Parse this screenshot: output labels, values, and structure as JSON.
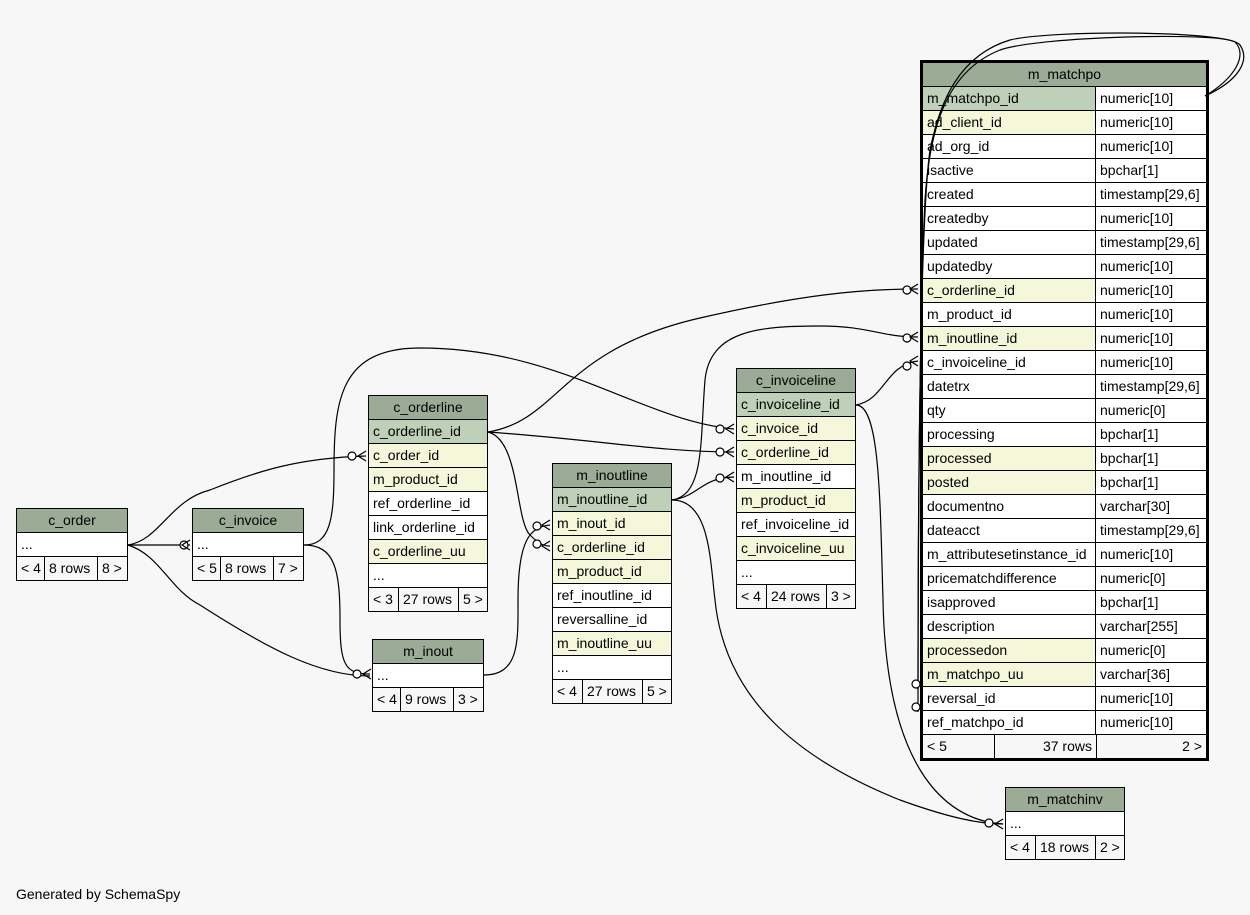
{
  "generated_by": "Generated by SchemaSpy",
  "tables": {
    "m_matchpo": {
      "name": "m_matchpo",
      "columns": [
        {
          "name": "m_matchpo_id",
          "type": "numeric[10]",
          "kind": "pk"
        },
        {
          "name": "ad_client_id",
          "type": "numeric[10]",
          "kind": "fk"
        },
        {
          "name": "ad_org_id",
          "type": "numeric[10]",
          "kind": "plain"
        },
        {
          "name": "isactive",
          "type": "bpchar[1]",
          "kind": "plain"
        },
        {
          "name": "created",
          "type": "timestamp[29,6]",
          "kind": "plain"
        },
        {
          "name": "createdby",
          "type": "numeric[10]",
          "kind": "plain"
        },
        {
          "name": "updated",
          "type": "timestamp[29,6]",
          "kind": "plain"
        },
        {
          "name": "updatedby",
          "type": "numeric[10]",
          "kind": "plain"
        },
        {
          "name": "c_orderline_id",
          "type": "numeric[10]",
          "kind": "fk"
        },
        {
          "name": "m_product_id",
          "type": "numeric[10]",
          "kind": "plain"
        },
        {
          "name": "m_inoutline_id",
          "type": "numeric[10]",
          "kind": "fk"
        },
        {
          "name": "c_invoiceline_id",
          "type": "numeric[10]",
          "kind": "plain"
        },
        {
          "name": "datetrx",
          "type": "timestamp[29,6]",
          "kind": "plain"
        },
        {
          "name": "qty",
          "type": "numeric[0]",
          "kind": "plain"
        },
        {
          "name": "processing",
          "type": "bpchar[1]",
          "kind": "plain"
        },
        {
          "name": "processed",
          "type": "bpchar[1]",
          "kind": "fk"
        },
        {
          "name": "posted",
          "type": "bpchar[1]",
          "kind": "fk"
        },
        {
          "name": "documentno",
          "type": "varchar[30]",
          "kind": "plain"
        },
        {
          "name": "dateacct",
          "type": "timestamp[29,6]",
          "kind": "plain"
        },
        {
          "name": "m_attributesetinstance_id",
          "type": "numeric[10]",
          "kind": "plain"
        },
        {
          "name": "pricematchdifference",
          "type": "numeric[0]",
          "kind": "plain"
        },
        {
          "name": "isapproved",
          "type": "bpchar[1]",
          "kind": "plain"
        },
        {
          "name": "description",
          "type": "varchar[255]",
          "kind": "plain"
        },
        {
          "name": "processedon",
          "type": "numeric[0]",
          "kind": "fk"
        },
        {
          "name": "m_matchpo_uu",
          "type": "varchar[36]",
          "kind": "fk"
        },
        {
          "name": "reversal_id",
          "type": "numeric[10]",
          "kind": "plain"
        },
        {
          "name": "ref_matchpo_id",
          "type": "numeric[10]",
          "kind": "plain"
        }
      ],
      "footer": [
        "< 5",
        "37 rows",
        "2 >"
      ]
    },
    "c_invoiceline": {
      "name": "c_invoiceline",
      "columns": [
        {
          "name": "c_invoiceline_id",
          "kind": "pk"
        },
        {
          "name": "c_invoice_id",
          "kind": "fk"
        },
        {
          "name": "c_orderline_id",
          "kind": "fk"
        },
        {
          "name": "m_inoutline_id",
          "kind": "plain"
        },
        {
          "name": "m_product_id",
          "kind": "fk"
        },
        {
          "name": "ref_invoiceline_id",
          "kind": "plain"
        },
        {
          "name": "c_invoiceline_uu",
          "kind": "fk"
        },
        {
          "name": "...",
          "kind": "plain"
        }
      ],
      "footer": [
        "< 4",
        "24 rows",
        "3 >"
      ]
    },
    "m_inoutline": {
      "name": "m_inoutline",
      "columns": [
        {
          "name": "m_inoutline_id",
          "kind": "pk"
        },
        {
          "name": "m_inout_id",
          "kind": "fk"
        },
        {
          "name": "c_orderline_id",
          "kind": "fk"
        },
        {
          "name": "m_product_id",
          "kind": "fk"
        },
        {
          "name": "ref_inoutline_id",
          "kind": "plain"
        },
        {
          "name": "reversalline_id",
          "kind": "plain"
        },
        {
          "name": "m_inoutline_uu",
          "kind": "fk"
        },
        {
          "name": "...",
          "kind": "plain"
        }
      ],
      "footer": [
        "< 4",
        "27 rows",
        "5 >"
      ]
    },
    "c_orderline": {
      "name": "c_orderline",
      "columns": [
        {
          "name": "c_orderline_id",
          "kind": "pk"
        },
        {
          "name": "c_order_id",
          "kind": "fk"
        },
        {
          "name": "m_product_id",
          "kind": "fk"
        },
        {
          "name": "ref_orderline_id",
          "kind": "plain"
        },
        {
          "name": "link_orderline_id",
          "kind": "plain"
        },
        {
          "name": "c_orderline_uu",
          "kind": "fk"
        },
        {
          "name": "...",
          "kind": "plain"
        }
      ],
      "footer": [
        "< 3",
        "27 rows",
        "5 >"
      ]
    },
    "c_order": {
      "name": "c_order",
      "columns": [
        {
          "name": "...",
          "kind": "plain"
        }
      ],
      "footer": [
        "< 4",
        "8 rows",
        "8 >"
      ]
    },
    "c_invoice": {
      "name": "c_invoice",
      "columns": [
        {
          "name": "...",
          "kind": "plain"
        }
      ],
      "footer": [
        "< 5",
        "8 rows",
        "7 >"
      ]
    },
    "m_inout": {
      "name": "m_inout",
      "columns": [
        {
          "name": "...",
          "kind": "plain"
        }
      ],
      "footer": [
        "< 4",
        "9 rows",
        "3 >"
      ]
    },
    "m_matchinv": {
      "name": "m_matchinv",
      "columns": [
        {
          "name": "...",
          "kind": "plain"
        }
      ],
      "footer": [
        "< 4",
        "18 rows",
        "2 >"
      ]
    }
  }
}
